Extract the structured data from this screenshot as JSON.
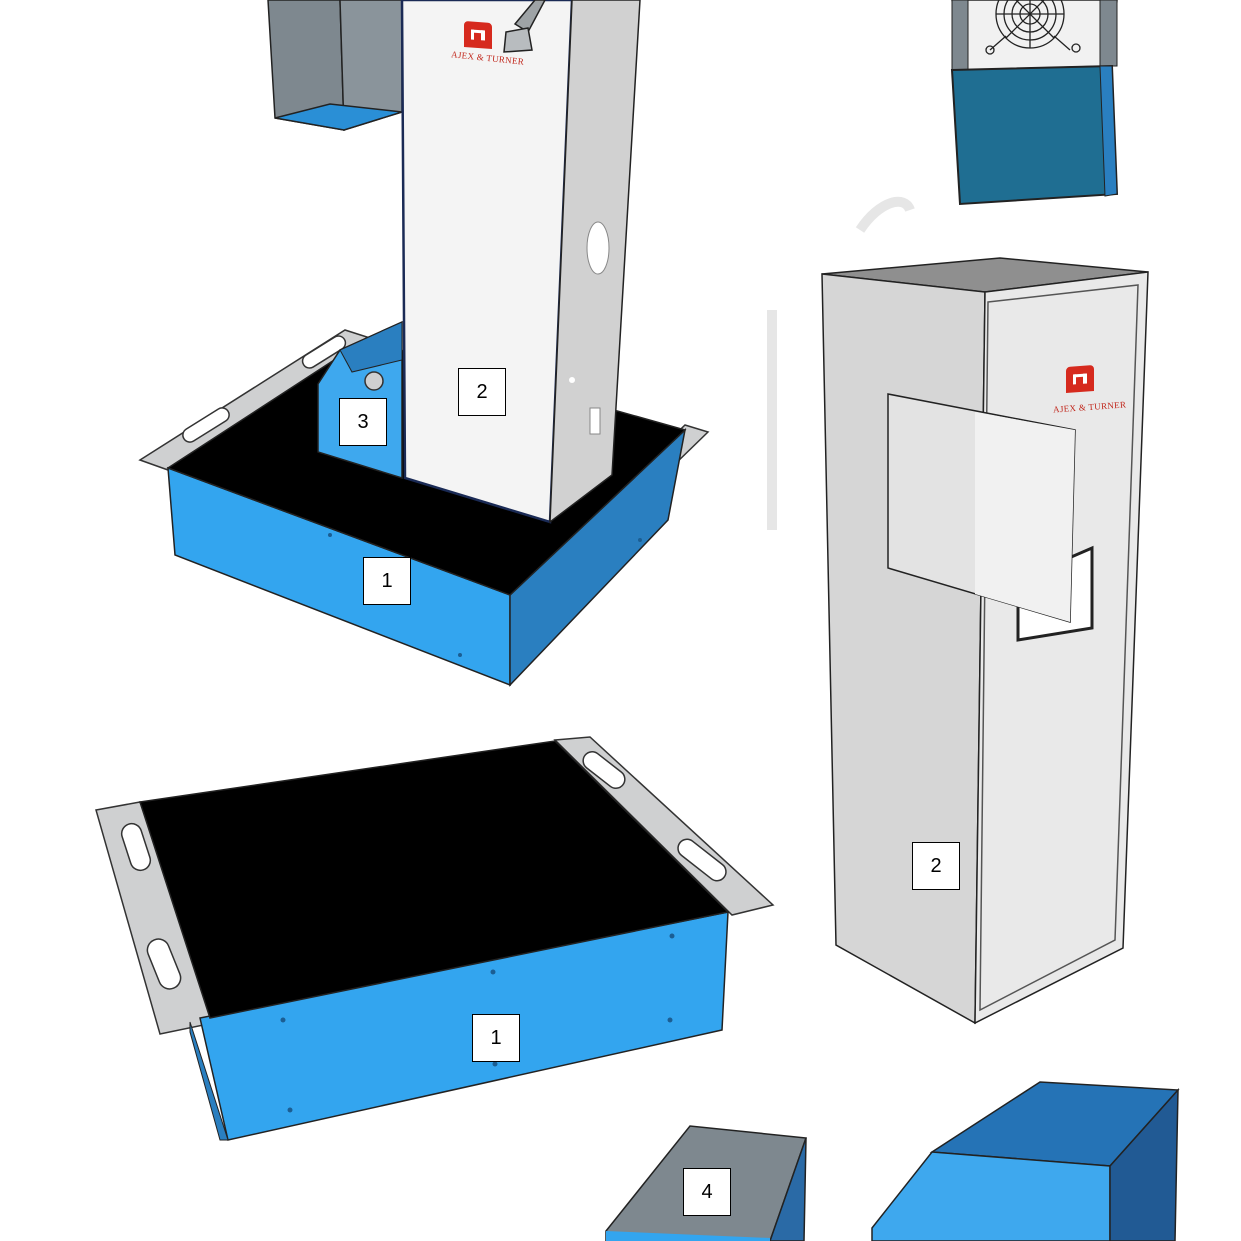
{
  "callouts": {
    "c1_upper": "1",
    "c1_lower": "1",
    "c2_front": "2",
    "c2_right": "2",
    "c3": "3",
    "c4": "4"
  },
  "brand": {
    "label_front": "AJEX & TURNER",
    "label_right": "AJEX & TURNER"
  },
  "colors": {
    "tray_blue": "#33a5ef",
    "tray_blue_dark": "#2a7fc0",
    "tray_top": "#000000",
    "flange_grey": "#cfd0d1",
    "cabinet_white": "#f2f2f2",
    "cabinet_grey": "#d4d4d4",
    "steel_blue": "#2573b6",
    "teal_box": "#1f6e92",
    "slate": "#7e888f",
    "brand_red": "#d62a1e"
  },
  "icons": [
    "fan-grille-icon",
    "brand-logo-icon",
    "nozzle-icon"
  ]
}
